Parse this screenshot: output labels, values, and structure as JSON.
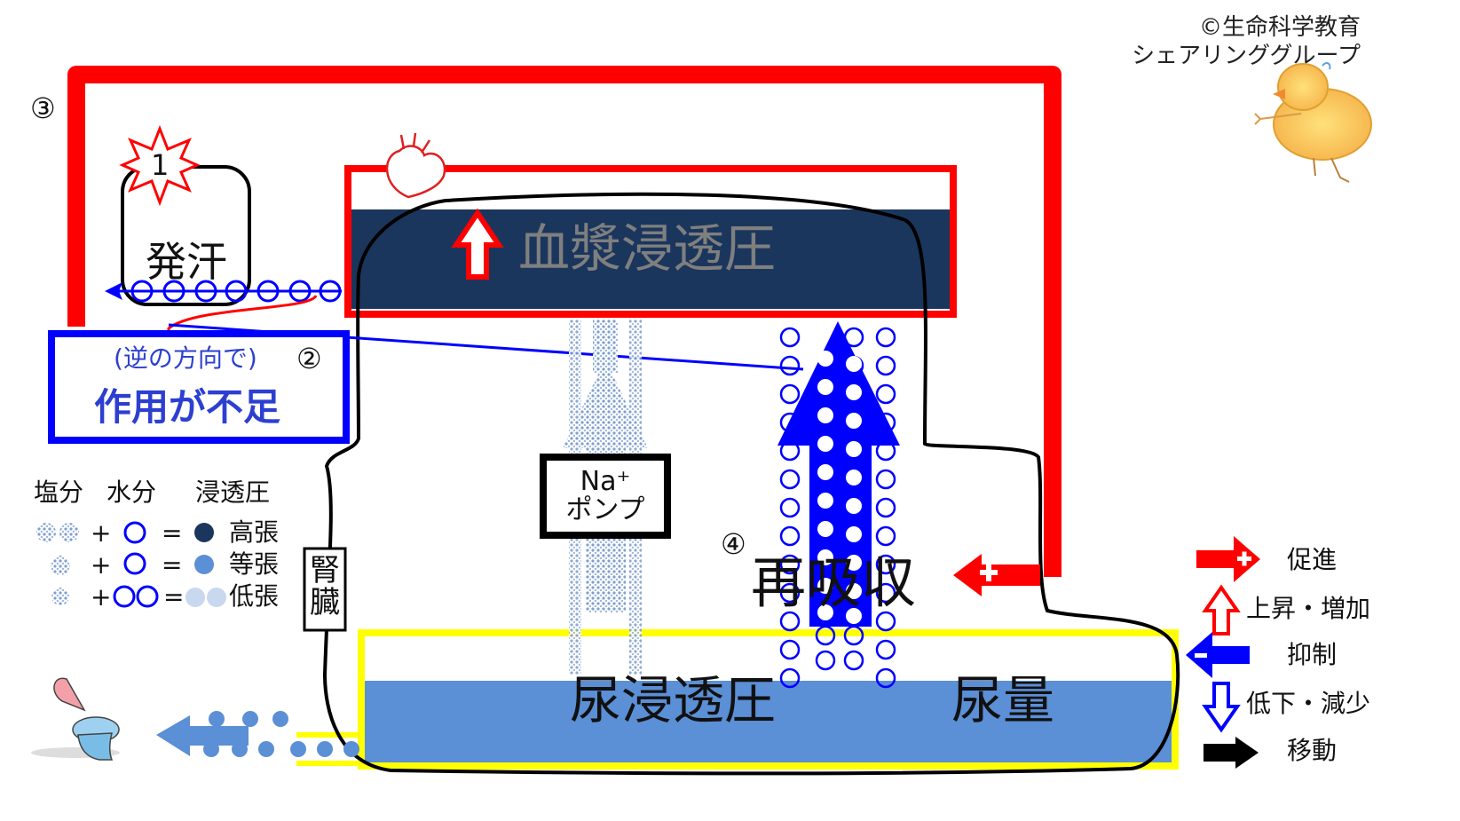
{
  "credit": {
    "line1": "©生命科学教育",
    "line2": "シェアリンググループ"
  },
  "markers": {
    "m1": "1",
    "m2": "②",
    "m3": "③",
    "m4": "④"
  },
  "labels": {
    "sweat": "発汗",
    "reverse": "(逆の方向で)",
    "shortage": "作用が不足",
    "plasma_osmotic": "血漿浸透圧",
    "na_pump": "Na⁺\nポンプ",
    "reabsorption": "再吸収",
    "urine_osmotic": "尿浸透圧",
    "urine_volume": "尿量",
    "kidney": "腎\n臓"
  },
  "legend_left": {
    "headers": {
      "salt": "塩分",
      "water": "水分",
      "osmotic": "浸透圧"
    },
    "rows": [
      {
        "label": "高張"
      },
      {
        "label": "等張"
      },
      {
        "label": "低張"
      }
    ]
  },
  "legend_right": {
    "items": [
      {
        "icon": "red-plus-arrow-icon",
        "label": "促進"
      },
      {
        "icon": "red-up-arrow-icon",
        "label": "上昇・増加"
      },
      {
        "icon": "blue-minus-arrow-icon",
        "label": "抑制"
      },
      {
        "icon": "blue-down-arrow-icon",
        "label": "低下・減少"
      },
      {
        "icon": "black-arrow-icon",
        "label": "移動"
      }
    ]
  },
  "colors": {
    "red": "#ff0000",
    "blue": "#0000ff",
    "navy": "#1b365d",
    "urine_blue": "#5b8fd6",
    "yellow": "#ffff00",
    "salt_dot": "#7f9fcf"
  }
}
